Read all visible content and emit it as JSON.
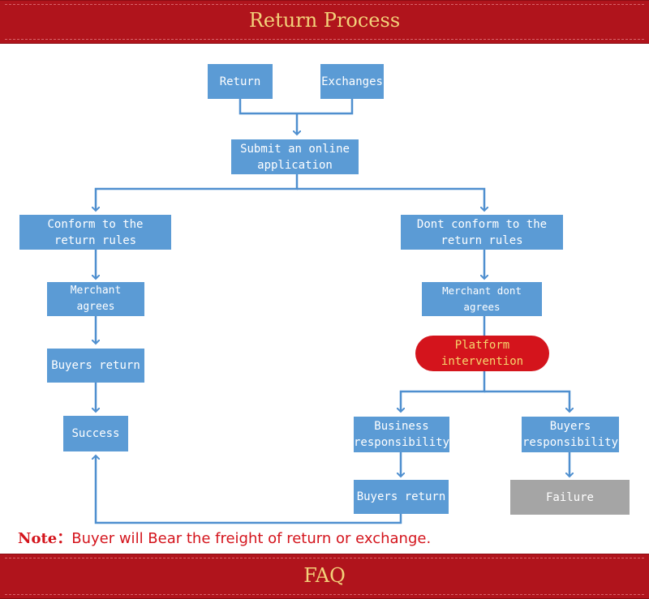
{
  "header": {
    "title": "Return Process"
  },
  "footer": {
    "title": "FAQ"
  },
  "colors": {
    "box": "#5b9bd5",
    "arrow": "#4f8fcf",
    "banner": "#b0141c",
    "platform": "#d4141c",
    "failure": "#a5a5a5"
  },
  "nodes": {
    "return": "Return",
    "exchanges": "Exchanges",
    "submit": [
      "Submit an online",
      "application"
    ],
    "conform": [
      "Conform to the",
      "return rules"
    ],
    "dont_conform": [
      "Dont conform to the",
      "return rules"
    ],
    "merchant_agrees": "Merchant agrees",
    "merchant_dont_agrees": "Merchant dont agrees",
    "buyers_return_left": "Buyers return",
    "success": "Success",
    "platform": [
      "Platform",
      "intervention"
    ],
    "business": [
      "Business",
      "responsibility"
    ],
    "buyers_resp": [
      "Buyers",
      "responsibility"
    ],
    "buyers_return_right": "Buyers return",
    "failure": "Failure"
  },
  "note": {
    "label": "Note：",
    "text": "Buyer will Bear the freight of return or exchange."
  }
}
